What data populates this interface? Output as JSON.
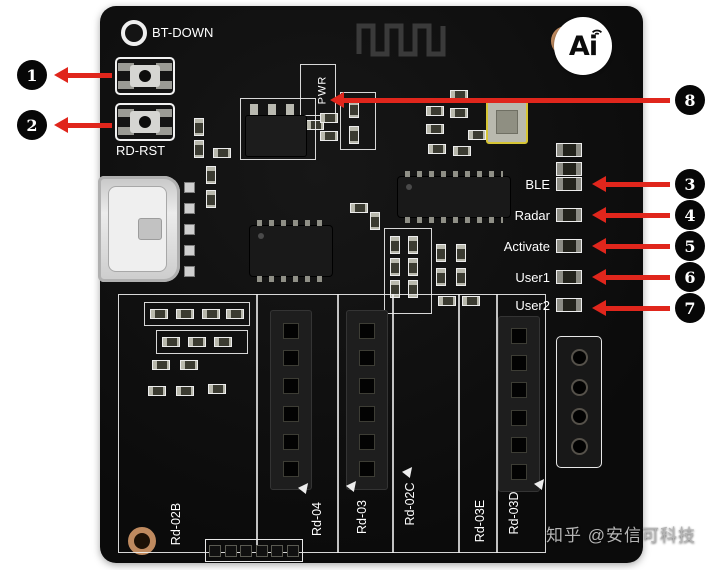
{
  "board": {
    "silkscreen": {
      "bt_down": "BT-DOWN",
      "rd_rst": "RD-RST",
      "pwr": "PWR"
    },
    "logo": {
      "text": "Ai"
    },
    "status_leds": [
      {
        "label": "BLE"
      },
      {
        "label": "Radar"
      },
      {
        "label": "Activate"
      },
      {
        "label": "User1"
      },
      {
        "label": "User2"
      }
    ],
    "module_slots": [
      {
        "label": "Rd-02B"
      },
      {
        "label": "Rd-04"
      },
      {
        "label": "Rd-03"
      },
      {
        "label": "Rd-02C"
      },
      {
        "label": "Rd-03E"
      },
      {
        "label": "Rd-03D"
      }
    ]
  },
  "callouts": [
    {
      "num": "1"
    },
    {
      "num": "2"
    },
    {
      "num": "3"
    },
    {
      "num": "4"
    },
    {
      "num": "5"
    },
    {
      "num": "6"
    },
    {
      "num": "7"
    },
    {
      "num": "8"
    }
  ],
  "watermark": {
    "text": "知乎 @安信可科技"
  },
  "colors": {
    "arrow_red": "#e0261c",
    "board_black": "#101010",
    "copper": "#bf8a5f",
    "silk_white": "#f2f2f2",
    "yellow_outline": "#d6c535"
  }
}
